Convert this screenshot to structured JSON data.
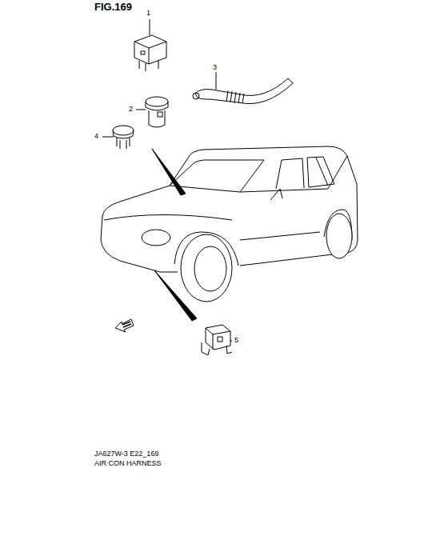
{
  "diagram": {
    "labels": [
      "FIG.169",
      "1",
      "2",
      "3",
      "4",
      "5",
      "JA627W-3 E22_169",
      "AIR CON HARNESS"
    ]
  }
}
